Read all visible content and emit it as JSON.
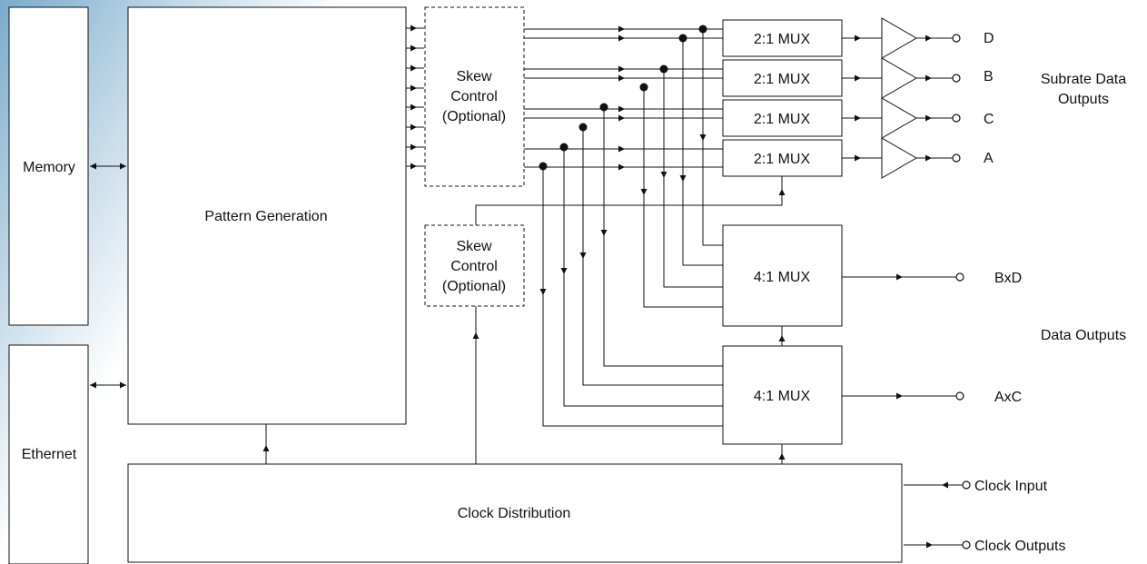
{
  "blocks": {
    "memory": "Memory",
    "ethernet": "Ethernet",
    "pattern_generation": "Pattern Generation",
    "clock_distribution": "Clock Distribution",
    "skew_control_top": [
      "Skew",
      "Control",
      "(Optional)"
    ],
    "skew_control_bottom": [
      "Skew",
      "Control",
      "(Optional)"
    ]
  },
  "muxes": {
    "mux2_1": [
      "2:1 MUX",
      "2:1 MUX",
      "2:1 MUX",
      "2:1 MUX"
    ],
    "mux4_1": [
      "4:1 MUX",
      "4:1 MUX"
    ]
  },
  "outputs": {
    "subrate": [
      "D",
      "B",
      "C",
      "A"
    ],
    "data": [
      "BxD",
      "AxC"
    ],
    "clock_input": "Clock Input",
    "clock_outputs": "Clock Outputs"
  },
  "group_labels": {
    "subrate_title": [
      "Subrate Data",
      "Outputs"
    ],
    "data_title": "Data Outputs"
  },
  "colors": {
    "line": "#111111",
    "background_gradient_start": "#7aaccc",
    "background_gradient_end": "#ffffff"
  }
}
